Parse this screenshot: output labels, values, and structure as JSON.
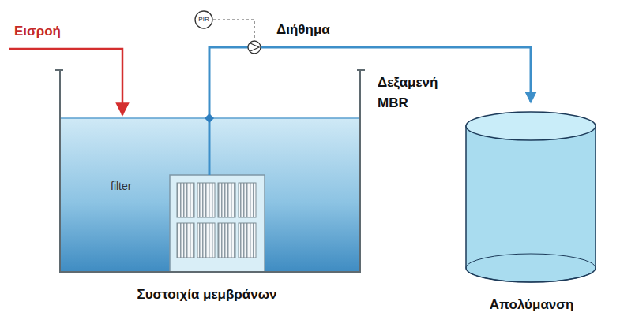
{
  "diagram": {
    "nodes": [
      {
        "text": [
          "Δεξαμενή MBR"
        ]
      },
      {
        "text": [
          "PIR"
        ]
      },
      {
        "text": [
          "Απολύμανση"
        ]
      }
    ],
    "edges": [
      {
        "from": 0,
        "to": 2,
        "arrow": "to",
        "label": "Διήθημα"
      }
    ],
    "labels": [
      "Εισροή",
      "filter",
      "Συστοιχία μεμβράνων"
    ]
  }
}
